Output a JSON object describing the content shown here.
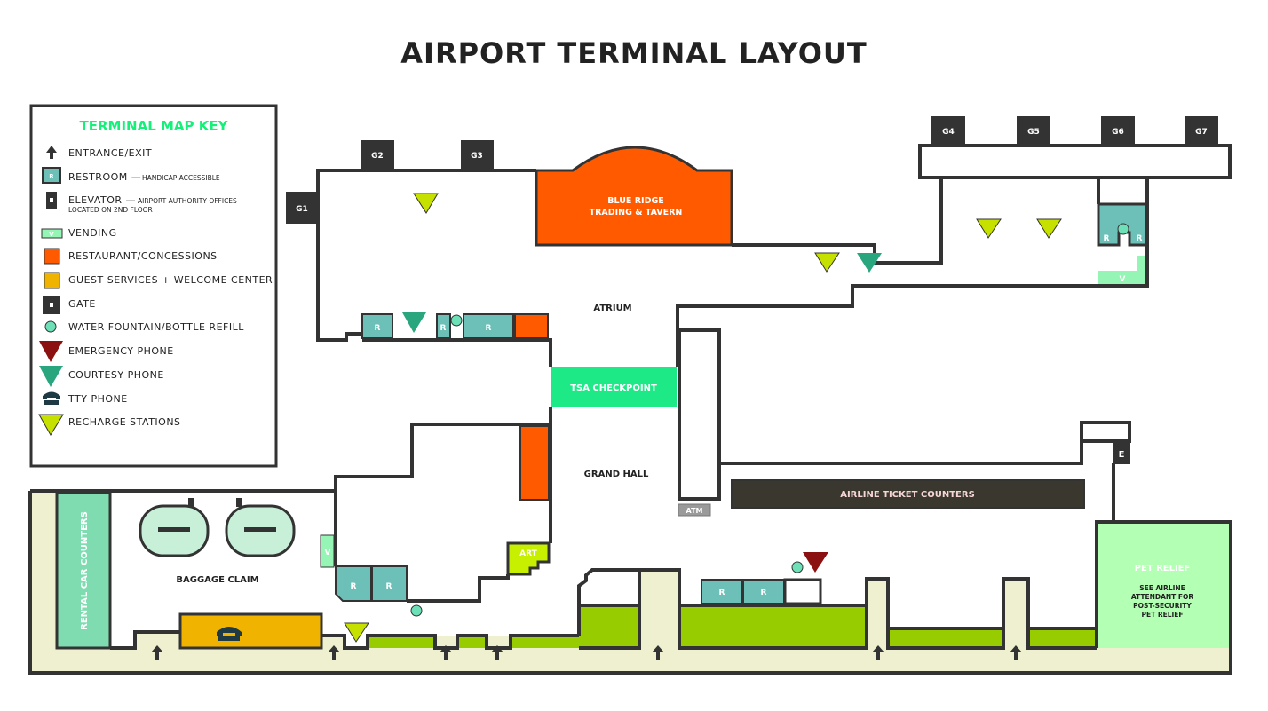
{
  "title": "AIRPORT TERMINAL LAYOUT",
  "colors": {
    "wall": "#333333",
    "restroom": "#6cc0b8",
    "restaurant": "#ff5a00",
    "guest_services": "#f0b400",
    "vending": "#95f5b5",
    "tsa": "#1de986",
    "concourse": "#96cc00",
    "walkway": "#eef0cf",
    "pet_relief": "#b3ffb3",
    "recharge": "#c6e000",
    "courtesy_phone": "#2aa67f",
    "emergency_phone": "#8b1010",
    "water": "#6ee0b8"
  },
  "key": {
    "title": "TERMINAL MAP KEY",
    "items": [
      {
        "icon": "arrow-up-icon",
        "label": "ENTRANCE/EXIT",
        "sub": ""
      },
      {
        "icon": "restroom-icon",
        "label": "RESTROOM —",
        "sub": "HANDICAP ACCESSIBLE"
      },
      {
        "icon": "elevator-icon",
        "label": "ELEVATOR —",
        "sub": "AIRPORT AUTHORITY OFFICES",
        "sub2": "LOCATED ON 2ND FLOOR"
      },
      {
        "icon": "vending-icon",
        "label": "VENDING",
        "sub": ""
      },
      {
        "icon": "restaurant-icon",
        "label": "RESTAURANT/CONCESSIONS",
        "sub": ""
      },
      {
        "icon": "guest-services-icon",
        "label": "GUEST SERVICES + WELCOME CENTER",
        "sub": ""
      },
      {
        "icon": "gate-icon",
        "label": "GATE",
        "sub": ""
      },
      {
        "icon": "water-fountain-icon",
        "label": "WATER FOUNTAIN/BOTTLE REFILL",
        "sub": ""
      },
      {
        "icon": "emergency-phone-icon",
        "label": "EMERGENCY PHONE",
        "sub": ""
      },
      {
        "icon": "courtesy-phone-icon",
        "label": "COURTESY PHONE",
        "sub": ""
      },
      {
        "icon": "tty-phone-icon",
        "label": "TTY PHONE",
        "sub": ""
      },
      {
        "icon": "recharge-station-icon",
        "label": "RECHARGE STATIONS",
        "sub": ""
      }
    ],
    "restroom_letter": "R",
    "vending_letter": "V"
  },
  "gates": [
    "G1",
    "G2",
    "G3",
    "G4",
    "G5",
    "G6",
    "G7"
  ],
  "areas": {
    "atrium": "ATRIUM",
    "grand_hall": "GRAND HALL",
    "baggage_claim": "BAGGAGE CLAIM",
    "rental_car": "RENTAL CAR COUNTERS",
    "restaurant_line1": "BLUE RIDGE",
    "restaurant_line2": "TRADING & TAVERN",
    "tsa": "TSA CHECKPOINT",
    "ticket_counters": "AIRLINE TICKET COUNTERS",
    "atm": "ATM",
    "art": "ART",
    "elevator": "E",
    "pet_relief": "PET RELIEF",
    "pet_note": [
      "SEE AIRLINE",
      "ATTENDANT FOR",
      "POST-SECURITY",
      "PET RELIEF"
    ],
    "restroom": "R",
    "vending": "V"
  }
}
